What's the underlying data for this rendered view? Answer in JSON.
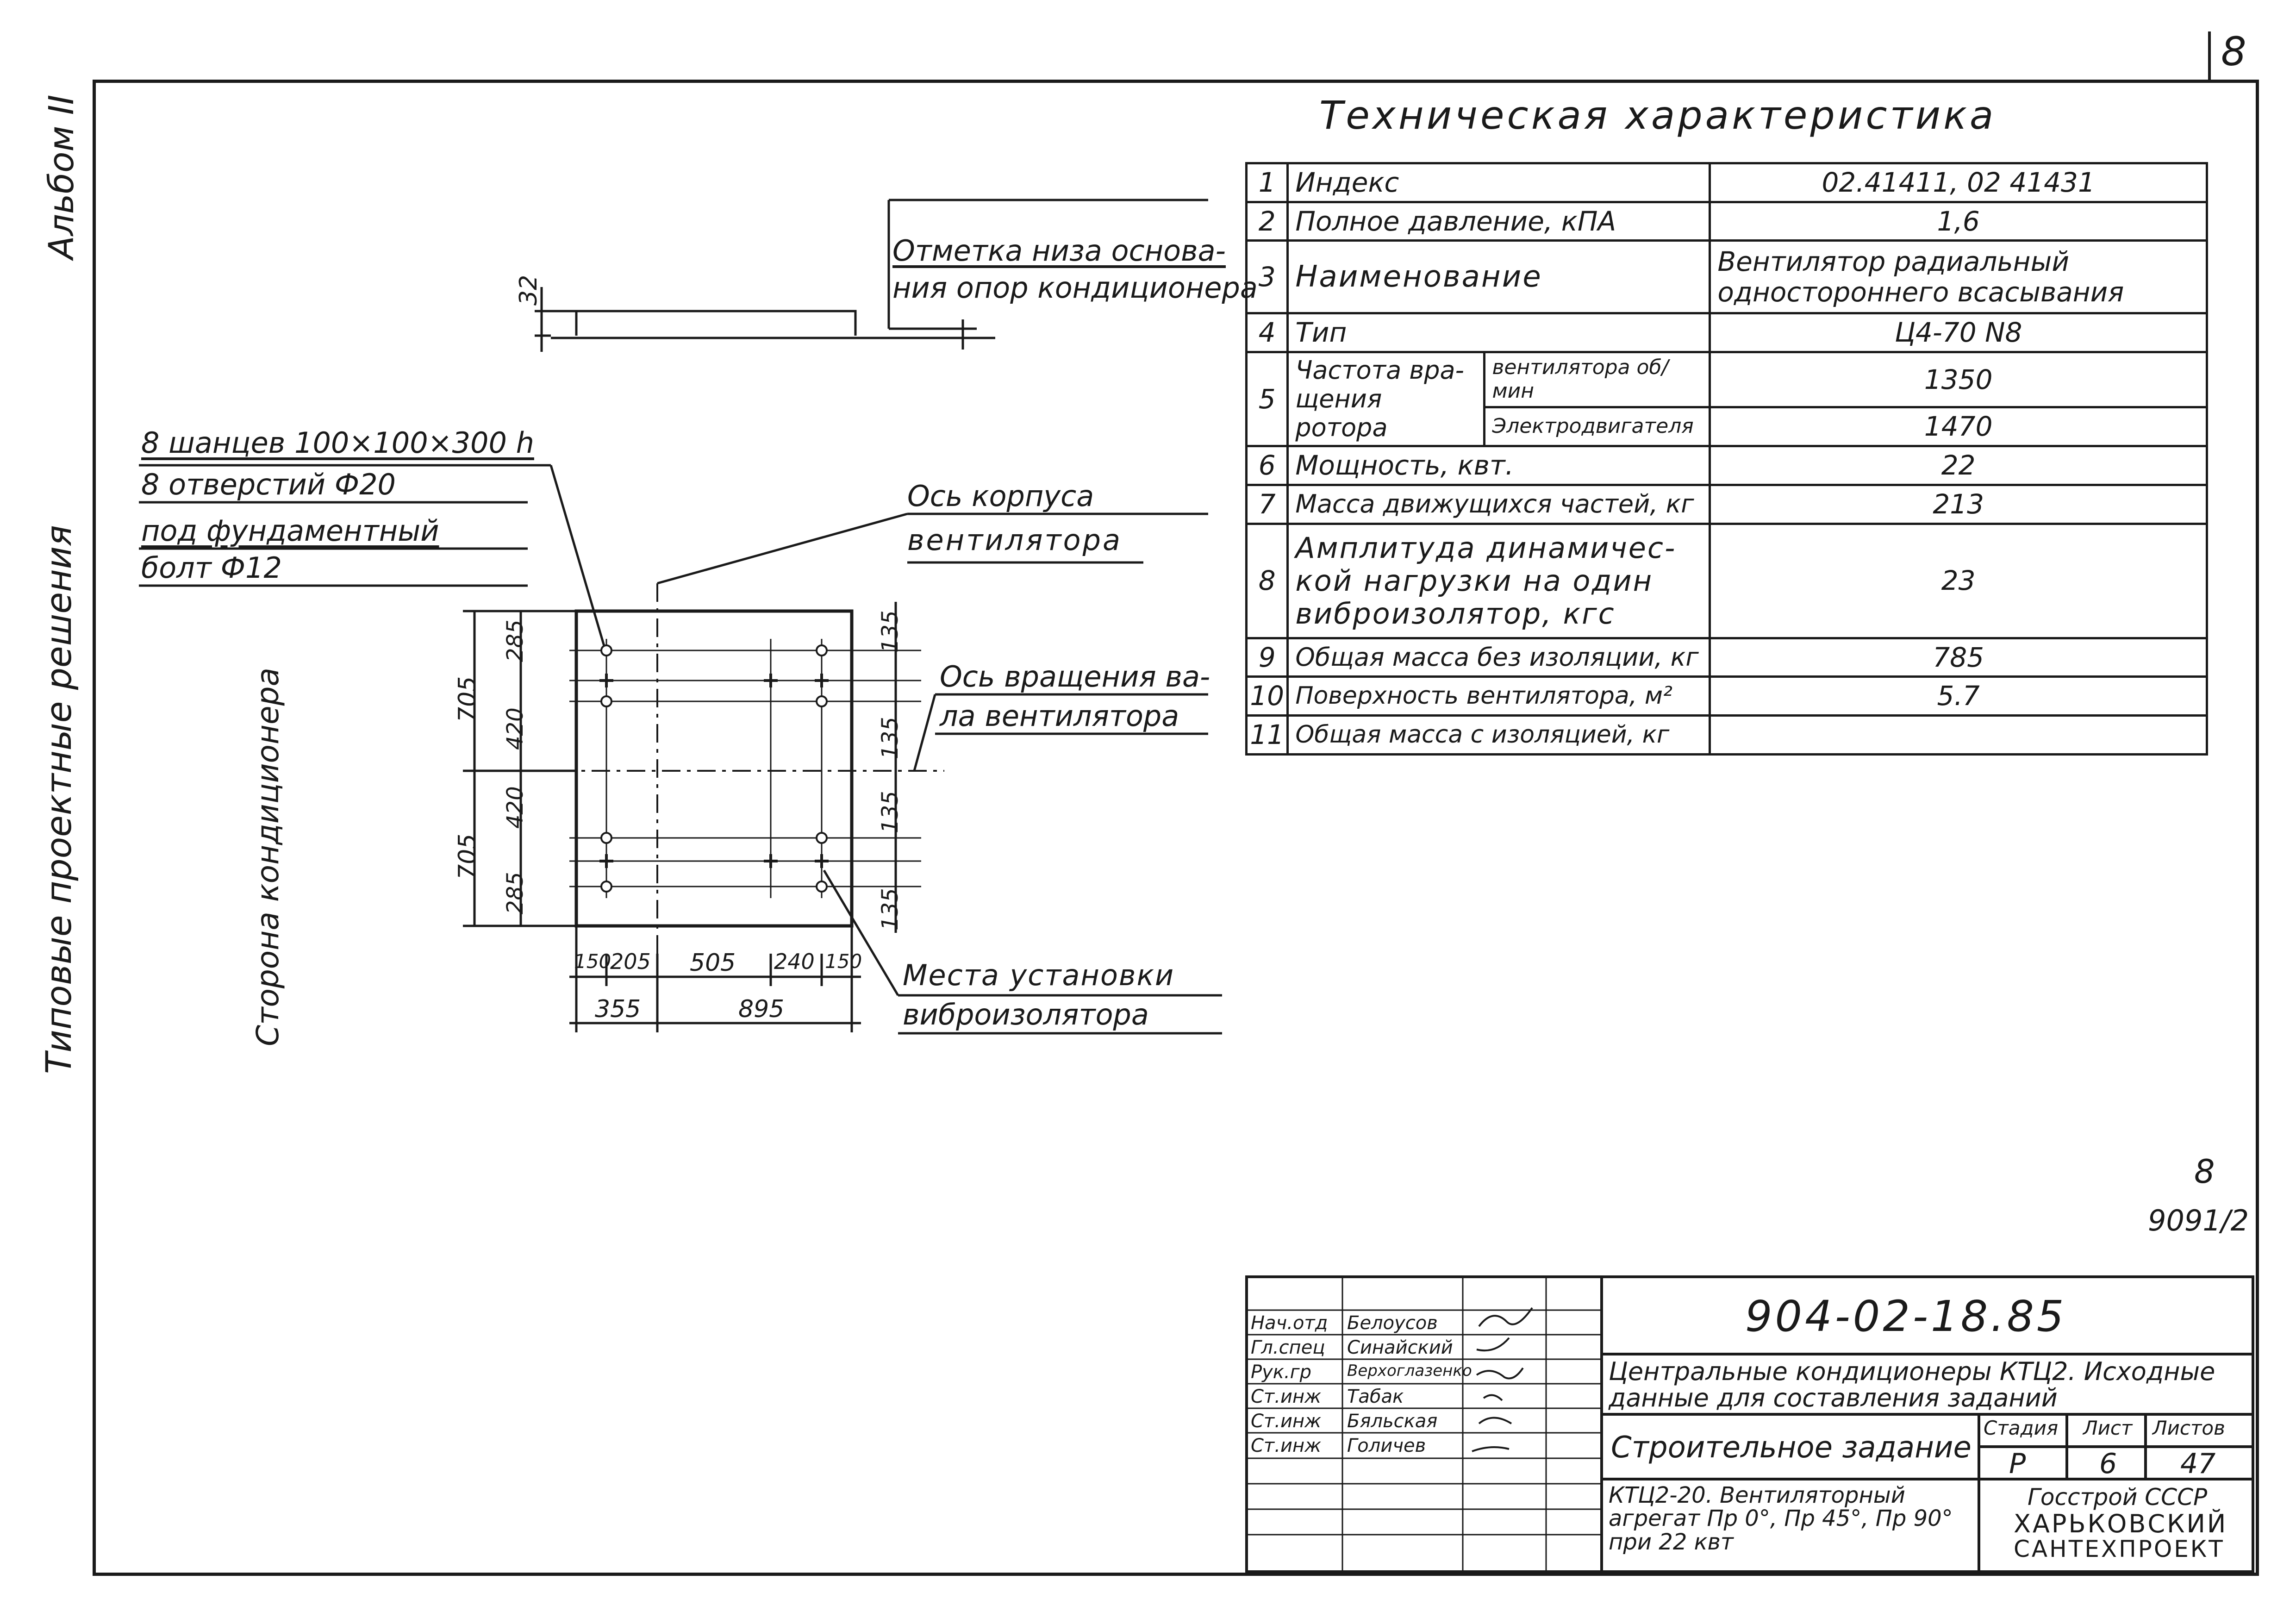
{
  "page_number": "8",
  "side_labels": {
    "album": "Альбом II",
    "series": "Типовые проектные решения",
    "conditioner_side": "Сторона кондиционера"
  },
  "elevation_note": {
    "dim": "32",
    "label_line1": "Отметка низа основа-",
    "label_line2": "ния опор кондиционера"
  },
  "plan_notes": {
    "anchors_line1": "8 шанцев 100×100×300 h",
    "anchors_line2": "8 отверстий Ф20",
    "anchors_line3": "под фундаментный",
    "anchors_line4": "болт Ф12",
    "casing_axis_line1": "Ось корпуса",
    "casing_axis_line2": "вентилятора",
    "rotation_axis_line1": "Ось вращения ва-",
    "rotation_axis_line2": "ла вентилятора",
    "isolator_line1": "Места установки",
    "isolator_line2": "виброизолятора"
  },
  "dimensions": {
    "left_705_top": "705",
    "left_705_bottom": "705",
    "left_285_top": "285",
    "left_420_top": "420",
    "left_420_bottom": "420",
    "left_285_bottom": "285",
    "right_135_a": "135",
    "right_135_b": "135",
    "right_135_c": "135",
    "right_135_d": "135",
    "bottom_150_a": "150",
    "bottom_205": "205",
    "bottom_505": "505",
    "bottom_240": "240",
    "bottom_150_b": "150",
    "overall_355": "355",
    "overall_895": "895"
  },
  "tech_table": {
    "title": "Техническая характеристика",
    "rows": [
      {
        "n": "1",
        "label": "Индекс",
        "value": "02.41411, 02 41431"
      },
      {
        "n": "2",
        "label": "Полное давление, кПА",
        "value": "1,6"
      },
      {
        "n": "3",
        "label": "Наименование",
        "value": "Вентилятор радиальный одностороннего всасывания"
      },
      {
        "n": "4",
        "label": "Тип",
        "value": "Ц4-70 N8"
      },
      {
        "n": "5",
        "label": "Частота вра- щения ротора",
        "sub1": "вентилятора об/мин",
        "value1": "1350",
        "sub2": "Электродвигателя",
        "value2": "1470"
      },
      {
        "n": "6",
        "label": "Мощность, квт.",
        "value": "22"
      },
      {
        "n": "7",
        "label": "Масса движущихся частей, кг",
        "value": "213"
      },
      {
        "n": "8",
        "label": "Амплитуда динамичес- кой нагрузки на один виброизолятор, кгс",
        "value": "23"
      },
      {
        "n": "9",
        "label": "Общая масса без изоляции, кг",
        "value": "785"
      },
      {
        "n": "10",
        "label": "Поверхность вентилятора, м²",
        "value": "5.7"
      },
      {
        "n": "11",
        "label": "Общая масса с изоляцией, кг",
        "value": ""
      }
    ]
  },
  "sheet_mark": {
    "top": "8",
    "bottom": "9091/2"
  },
  "title_block": {
    "doc_code": "904-02-18.85",
    "project_title": "Центральные кондиционеры КТЦ2. Исходные данные для составления заданий",
    "sheet_title": "Строительное задание",
    "stage_hdr": "Стадия",
    "sheet_hdr": "Лист",
    "sheets_hdr": "Листов",
    "stage": "Р",
    "sheet": "6",
    "sheets": "47",
    "drawing_title": "КТЦ2-20. Вентиляторный агрегат Пр 0°, Пр 45°, Пр 90° при 22 квт",
    "org_line1": "Госстрой СССР",
    "org_line2": "ХАРЬКОВСКИЙ",
    "org_line3": "САНТЕХПРОЕКТ",
    "signers": [
      {
        "role": "Нач.отд",
        "name": "Белоусов"
      },
      {
        "role": "Гл.спец",
        "name": "Синайский"
      },
      {
        "role": "Рук.гр",
        "name": "Верхоглазенко"
      },
      {
        "role": "Ст.инж",
        "name": "Табак"
      },
      {
        "role": "Ст.инж",
        "name": "Бяльская"
      },
      {
        "role": "Ст.инж",
        "name": "Голичев"
      }
    ]
  }
}
